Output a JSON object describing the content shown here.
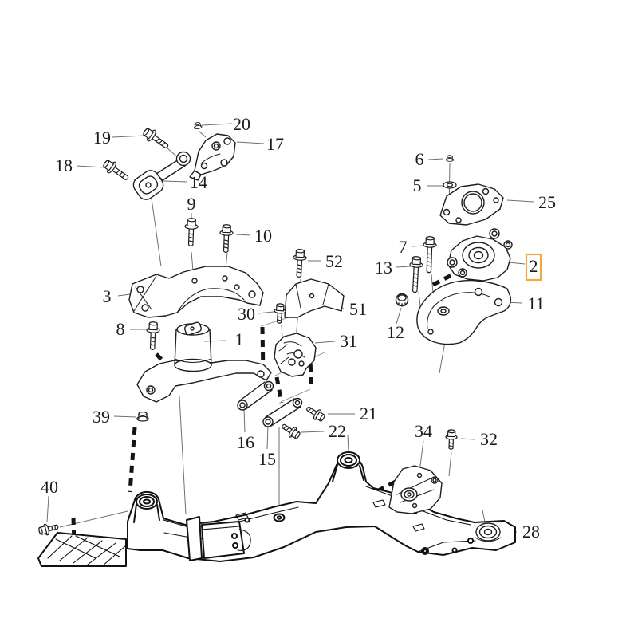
{
  "figure": {
    "type": "exploded-parts-diagram",
    "subject": "engine-mounts-and-subframe",
    "background": "#ffffff"
  },
  "style": {
    "outline_color": "#1e1e1e",
    "leader_color": "#6f6f6f",
    "dash_color": "#141414",
    "label_color": "#1b1b1b",
    "highlight_color": "#F2A93F"
  },
  "highlighted_callout": "2",
  "callouts": {
    "c19": {
      "label": "19"
    },
    "c20": {
      "label": "20"
    },
    "c17": {
      "label": "17"
    },
    "c18": {
      "label": "18"
    },
    "c14": {
      "label": "14"
    },
    "c9": {
      "label": "9"
    },
    "c10": {
      "label": "10"
    },
    "c6": {
      "label": "6"
    },
    "c5": {
      "label": "5"
    },
    "c25": {
      "label": "25"
    },
    "c52": {
      "label": "52"
    },
    "c7": {
      "label": "7"
    },
    "c13": {
      "label": "13"
    },
    "c2": {
      "label": "2"
    },
    "c3": {
      "label": "3"
    },
    "c30": {
      "label": "30"
    },
    "c51": {
      "label": "51"
    },
    "c11": {
      "label": "11"
    },
    "c8": {
      "label": "8"
    },
    "c1": {
      "label": "1"
    },
    "c31": {
      "label": "31"
    },
    "c12": {
      "label": "12"
    },
    "c39": {
      "label": "39"
    },
    "c21": {
      "label": "21"
    },
    "c22": {
      "label": "22"
    },
    "c16": {
      "label": "16"
    },
    "c15": {
      "label": "15"
    },
    "c34": {
      "label": "34"
    },
    "c32": {
      "label": "32"
    },
    "c40": {
      "label": "40"
    },
    "c28": {
      "label": "28"
    }
  }
}
